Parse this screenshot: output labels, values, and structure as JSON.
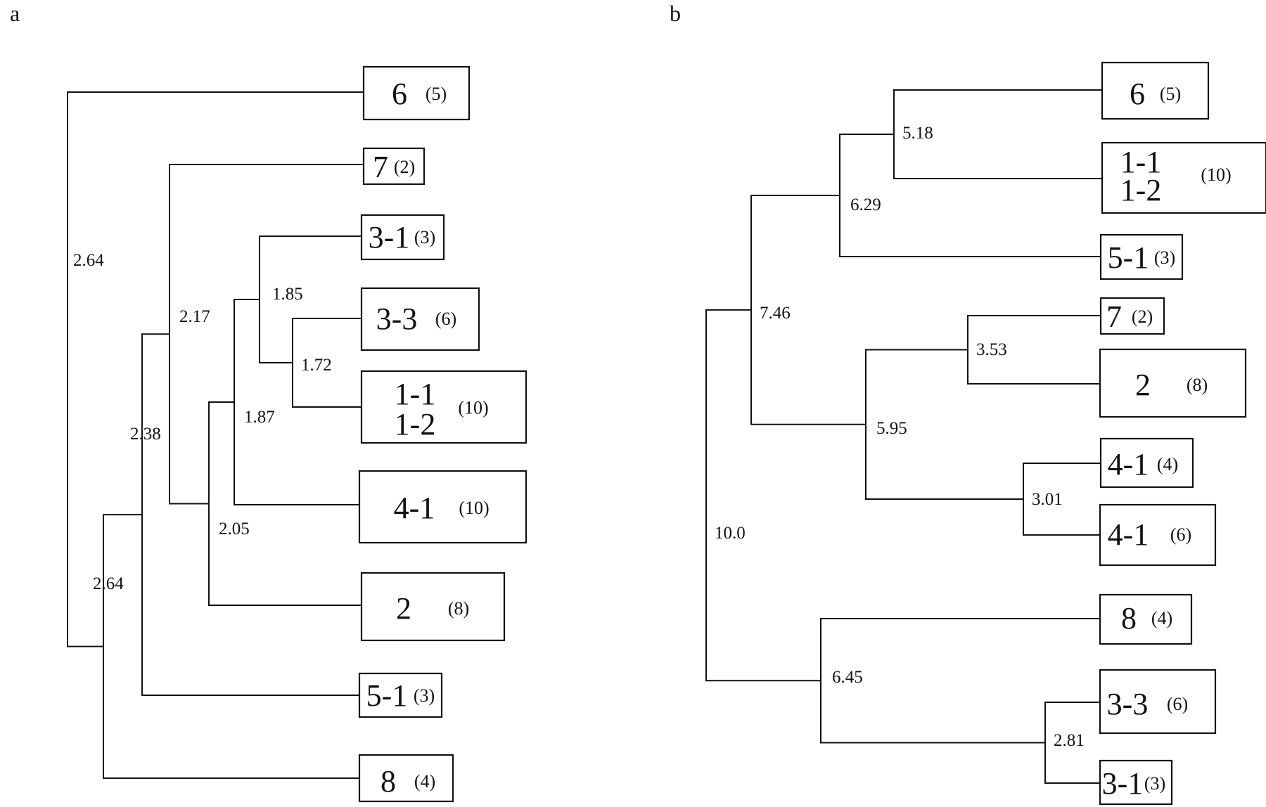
{
  "panels": [
    {
      "label": "a",
      "leaves": [
        {
          "lines": [
            "6"
          ],
          "count": "(5)"
        },
        {
          "lines": [
            "7"
          ],
          "count": "(2)"
        },
        {
          "lines": [
            "3-1"
          ],
          "count": "(3)"
        },
        {
          "lines": [
            "3-3"
          ],
          "count": "(6)"
        },
        {
          "lines": [
            "1-1",
            "1-2"
          ],
          "count": "(10)"
        },
        {
          "lines": [
            "4-1"
          ],
          "count": "(10)"
        },
        {
          "lines": [
            "2"
          ],
          "count": "(8)"
        },
        {
          "lines": [
            "5-1"
          ],
          "count": "(3)"
        },
        {
          "lines": [
            "8"
          ],
          "count": "(4)"
        }
      ],
      "joins": [
        "1.72",
        "1.85",
        "1.87",
        "2.05",
        "2.17",
        "2.38",
        "2.64",
        "2.64"
      ]
    },
    {
      "label": "b",
      "leaves": [
        {
          "lines": [
            "6"
          ],
          "count": "(5)"
        },
        {
          "lines": [
            "1-1",
            "1-2"
          ],
          "count": "(10)"
        },
        {
          "lines": [
            "5-1"
          ],
          "count": "(3)"
        },
        {
          "lines": [
            "7"
          ],
          "count": "(2)"
        },
        {
          "lines": [
            "2"
          ],
          "count": "(8)"
        },
        {
          "lines": [
            "4-1"
          ],
          "count": "(4)"
        },
        {
          "lines": [
            "4-1"
          ],
          "count": "(6)"
        },
        {
          "lines": [
            "8"
          ],
          "count": "(4)"
        },
        {
          "lines": [
            "3-3"
          ],
          "count": "(6)"
        },
        {
          "lines": [
            "3-1"
          ],
          "count": "(3)"
        }
      ],
      "joins": [
        "5.18",
        "6.29",
        "3.53",
        "3.01",
        "5.95",
        "7.46",
        "2.81",
        "6.45",
        "10.0"
      ]
    }
  ]
}
